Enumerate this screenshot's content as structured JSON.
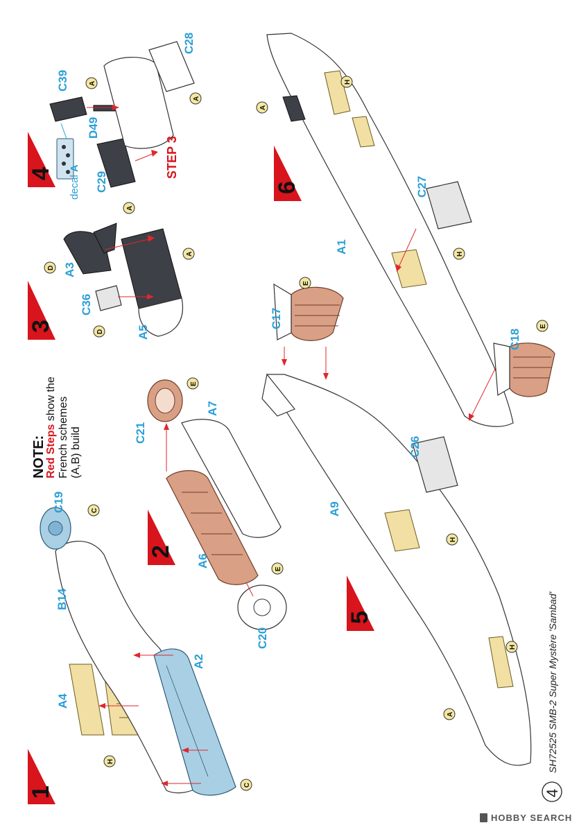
{
  "note": {
    "heading": "NOTE:",
    "line1_red": "Red Steps",
    "line1_rest": " show the",
    "line2": "French schemes",
    "line3": "(A,B) build"
  },
  "steps": [
    "1",
    "2",
    "3",
    "4",
    "5",
    "6"
  ],
  "red_step_label": "STEP 3",
  "decal_label": "decal",
  "decal_letter": "A",
  "parts": {
    "A4": "A4",
    "A2": "A2",
    "B14": "B14",
    "C19": "C19",
    "C21": "C21",
    "A7": "A7",
    "A6": "A6",
    "C20": "C20",
    "C36": "C36",
    "A3": "A3",
    "A5": "A5",
    "C39": "C39",
    "D49": "D49",
    "C29": "C29",
    "C28": "C28",
    "C17": "C17",
    "C26": "C26",
    "A9": "A9",
    "C27": "C27",
    "A1": "A1",
    "C18": "C18"
  },
  "glue_letters": {
    "s1_h": "H",
    "s1_c": "C",
    "s1_c2": "C",
    "s2_e1": "E",
    "s2_e2": "E",
    "s3_d1": "D",
    "s3_d2": "D",
    "s3_a": "A",
    "s4_a1": "A",
    "s4_a2": "A",
    "s4_a3": "A",
    "s5_e": "E",
    "s5_h1": "H",
    "s5_h2": "H",
    "s5_a": "A",
    "s6_a": "A",
    "s6_h1": "H",
    "s6_h2": "H",
    "s6_e": "E"
  },
  "footer": {
    "page_number": "4",
    "title": "SH72525 SMB-2 Super Mystère 'Sambad'"
  },
  "watermark": "HOBBY SEARCH",
  "colors": {
    "label_blue": "#2a9fd6",
    "step_red": "#d8141c",
    "copper": "#d9a086",
    "canopy_blue": "#a9cfe4",
    "interior_yellow": "#f1dfa3"
  }
}
